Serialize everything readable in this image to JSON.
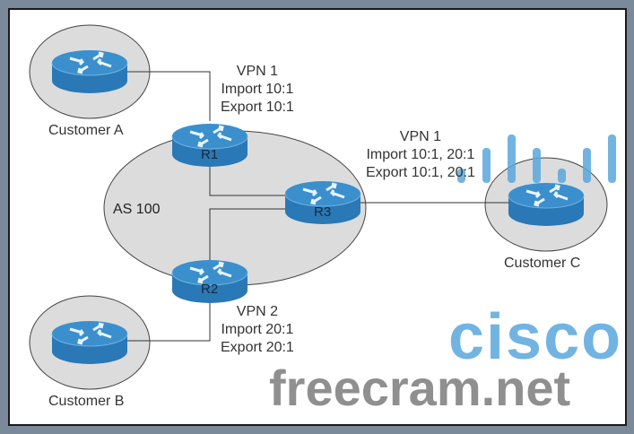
{
  "diagram": {
    "as_label": "AS 100",
    "routers": [
      {
        "id": "R1",
        "label": "R1"
      },
      {
        "id": "R2",
        "label": "R2"
      },
      {
        "id": "R3",
        "label": "R3"
      }
    ],
    "customers": [
      {
        "id": "A",
        "label": "Customer A"
      },
      {
        "id": "B",
        "label": "Customer B"
      },
      {
        "id": "C",
        "label": "Customer C"
      }
    ],
    "vpn_labels": {
      "r1": {
        "name": "VPN 1",
        "import": "Import 10:1",
        "export": "Export 10:1"
      },
      "r2": {
        "name": "VPN 2",
        "import": "Import 20:1",
        "export": "Export 20:1"
      },
      "r3": {
        "name": "VPN 1",
        "import": "Import 10:1, 20:1",
        "export": "Export 10:1, 20:1"
      }
    },
    "watermarks": {
      "site": "freecram.net",
      "brand": "cisco"
    }
  },
  "colors": {
    "router": "#2a7ab8",
    "router_top": "#3d8fcc",
    "cloud": "#dcdcdc",
    "background": "#7a8a9a",
    "cisco_wm": "#5aa8dc"
  }
}
